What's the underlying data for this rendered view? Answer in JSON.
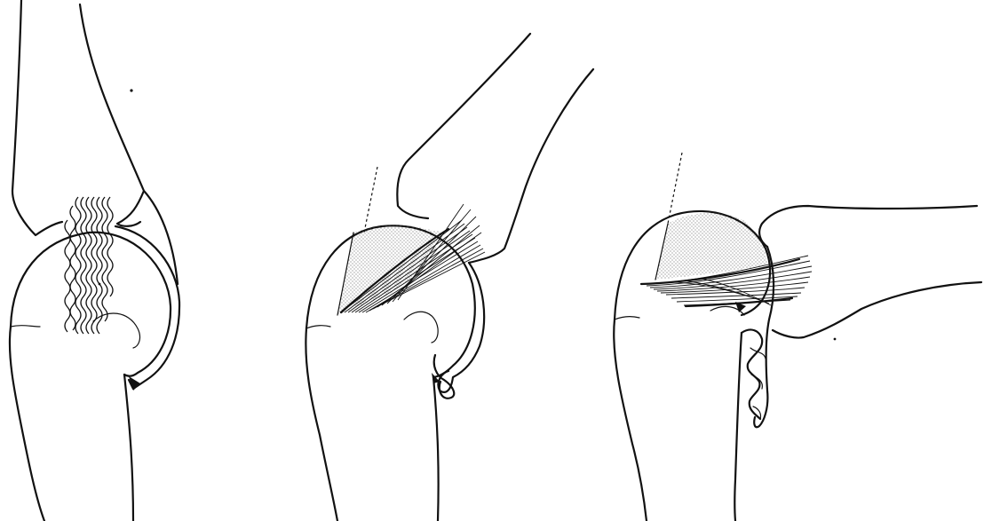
{
  "figure": {
    "panels": [
      {
        "id": "panel-1",
        "state": "neutral"
      },
      {
        "id": "panel-2",
        "state": "intermediate"
      },
      {
        "id": "panel-3",
        "state": "flexed"
      }
    ],
    "colors": {
      "ink": "#111111",
      "background": "#ffffff",
      "stipple": "#444444"
    }
  }
}
